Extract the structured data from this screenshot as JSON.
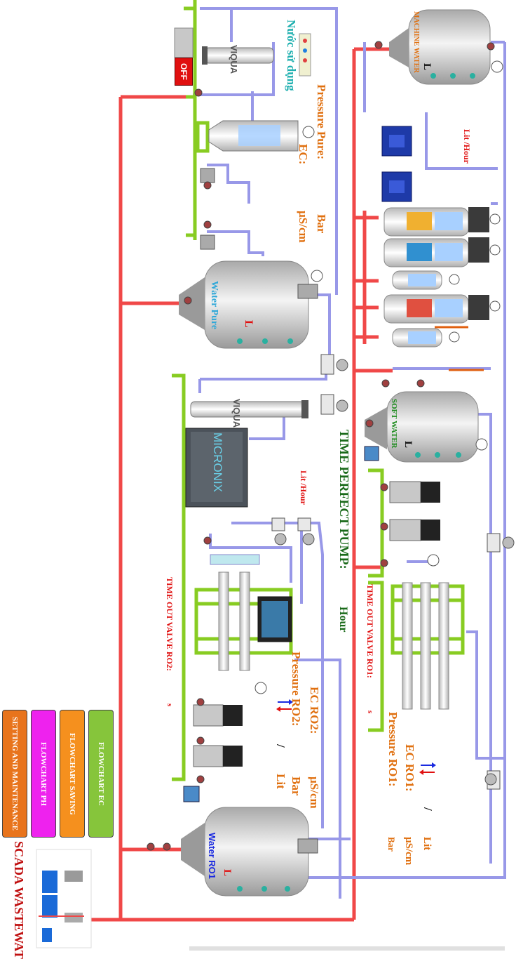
{
  "labels": {
    "nuoc_su_dung": "Nước sử dụng",
    "pressure_pure": "Pressure Pure:",
    "ec_pure": "EC:",
    "bar_pure": "Bar",
    "uscm_pure": "µS/cm",
    "water_pure": "Water Pure",
    "machine_water": "MACHINE WATER",
    "soft_water": "SOFT WATER",
    "water_ro1": "Water RO1",
    "lit_hour_top": "Lit /Hour",
    "lit_hour_mid": "Lit /Hour",
    "micronix": "MICRONIX",
    "viqua_top": "VIQUA",
    "viqua_mid": "VIQUA",
    "time_perfect_pump": "TIME PERFECT PUMP:",
    "hour": "Hour",
    "time_out_valve_ro2": "TIME OUT VALVE RO2:",
    "s_ro2": "s",
    "time_out_valve_ro1": "TIME OUT VALVE RO1:",
    "s_ro1": "s",
    "ec_ro2": "EC RO2:",
    "pressure_ro2": "Pressure RO2:",
    "uscm_ro2": "µS/cm",
    "bar_ro2": "Bar",
    "lit_ro2": "Lit",
    "slash_ro2": "/",
    "ec_ro1": "EC RO1:",
    "pressure_ro1": "Pressure RO1:",
    "lit_ro1": "Lit",
    "uscm_ro1": "µS/cm",
    "bar_ro1": "Bar",
    "slash_ro1": "/",
    "scada": "SCADA WASTEWAT",
    "level_l": "L"
  },
  "buttons": {
    "off": "OFF",
    "flowchart_ec": "FLOWCHART EC",
    "flowchart_saving": "FLOWCHART SAVING",
    "flowchart_ph": "FLOWCHART PH",
    "setting": "SETTING AND MAINTENANCE"
  },
  "colors": {
    "main_pipe": "#f04848",
    "blue_pipe": "#9898e8",
    "frame": "#88cc22",
    "ec_btn": "#86c53b",
    "saving_btn": "#f5901e",
    "ph_btn": "#ee22ee",
    "setting_btn": "#e8741c",
    "orange_text": "#e07010",
    "red_text": "#e01010",
    "teal_text": "#20b0b0",
    "navy_text": "#1a2a8a",
    "green_text": "#1a6a1a"
  }
}
